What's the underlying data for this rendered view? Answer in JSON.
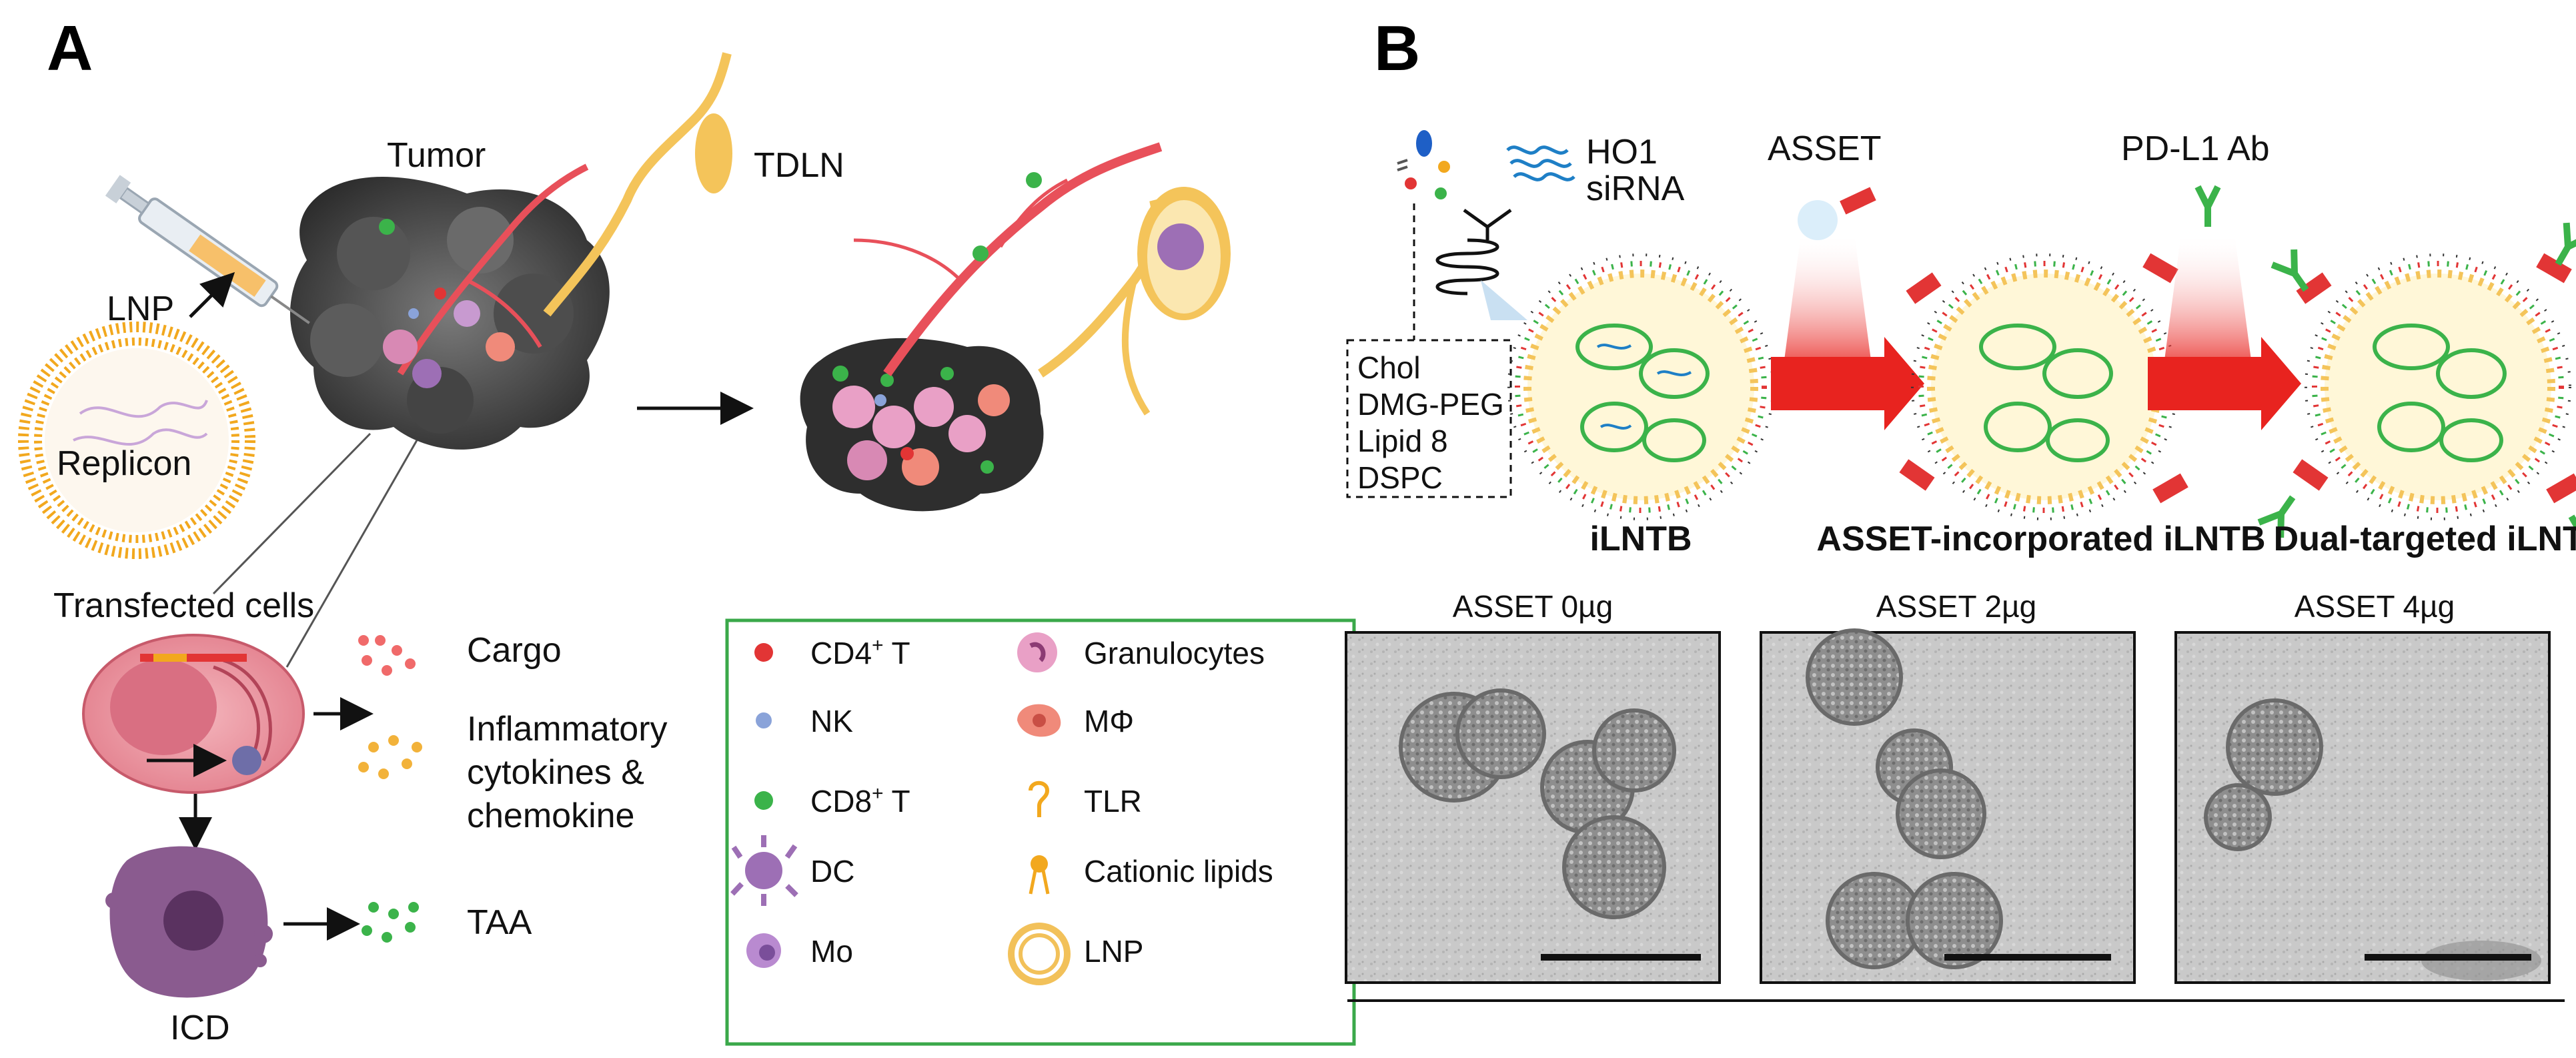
{
  "panel_a": {
    "letter": "A",
    "tumor_label": "Tumor",
    "tdln_label": "TDLN",
    "lnp_label": "LNP",
    "replicon_label": "Replicon",
    "transfected_label": "Transfected cells",
    "cargo_label": "Cargo",
    "inflammatory_label": [
      "Inflammatory",
      "cytokines &",
      "chemokine"
    ],
    "taa_label": "TAA",
    "icd_label": "ICD",
    "legend": {
      "left": [
        {
          "label": "CD4",
          "sup": "+",
          "suffix": " T",
          "icon": "red-dot"
        },
        {
          "label": "NK",
          "sup": "",
          "suffix": "",
          "icon": "blue-dot"
        },
        {
          "label": "CD8",
          "sup": "+",
          "suffix": " T",
          "icon": "green-dot"
        },
        {
          "label": "DC",
          "sup": "",
          "suffix": "",
          "icon": "dendritic-cell-icon"
        },
        {
          "label": "Mo",
          "sup": "",
          "suffix": "",
          "icon": "monocyte-icon"
        }
      ],
      "right": [
        {
          "label": "Granulocytes",
          "icon": "granulocyte-icon"
        },
        {
          "label": "MΦ",
          "icon": "macrophage-icon"
        },
        {
          "label": "TLR",
          "icon": "tlr-icon"
        },
        {
          "label": "Cationic lipids",
          "icon": "cationic-lipid-icon"
        },
        {
          "label": "LNP",
          "icon": "lnp-ring-icon"
        }
      ]
    }
  },
  "panel_b": {
    "letter": "B",
    "ho1_label": "HO1",
    "sirna_label": "siRNA",
    "asset_label": "ASSET",
    "pdl1_label": "PD-L1 Ab",
    "lipids": [
      "Chol",
      "DMG-PEG",
      "Lipid 8",
      "DSPC"
    ],
    "particle_labels": [
      "iLNTB",
      "ASSET-incorporated iLNTB",
      "Dual-targeted iLNTB"
    ],
    "tem_titles": [
      "ASSET 0µg",
      "ASSET 2µg",
      "ASSET 4µg"
    ]
  },
  "colors": {
    "legend_border": "#3aa84a",
    "arrow_red": "#e8231f",
    "vessel": "#e8505a",
    "tumor_dark": "#3a3a3a",
    "lnp_orange": "#f2a81e"
  }
}
